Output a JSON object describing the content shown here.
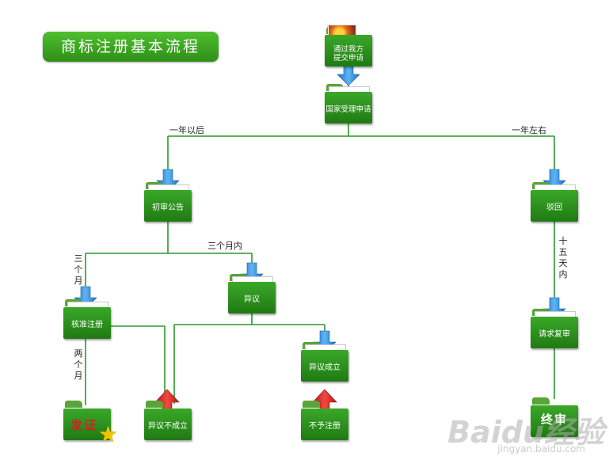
{
  "title": "商标注册基本流程",
  "nodes": {
    "submit": "通过我方\n提交申请",
    "accept": "国家受理申请",
    "publish": "初审公告",
    "reject": "驳回",
    "approve": "核准注册",
    "objection": "异议",
    "objection_ok": "异议成立",
    "objection_fail": "异议不成立",
    "no_register": "不予注册",
    "certificate": "发证",
    "review": "请求复审",
    "final": "终审"
  },
  "edge_labels": {
    "left_branch": "一年以后",
    "right_branch": "一年左右",
    "to_objection": "三个月内",
    "to_approve": "三个月",
    "to_certificate": "两个月",
    "to_review": "十五天内"
  },
  "watermark": {
    "logo": "Baidu经验",
    "url": "jingyan.baidu.com"
  },
  "colors": {
    "folder": "#2e9a1f",
    "connector": "#2a9a2a",
    "arrow_down": "#1e78d0",
    "arrow_up": "#d81e1e",
    "certificate_text": "#d61f1f"
  }
}
